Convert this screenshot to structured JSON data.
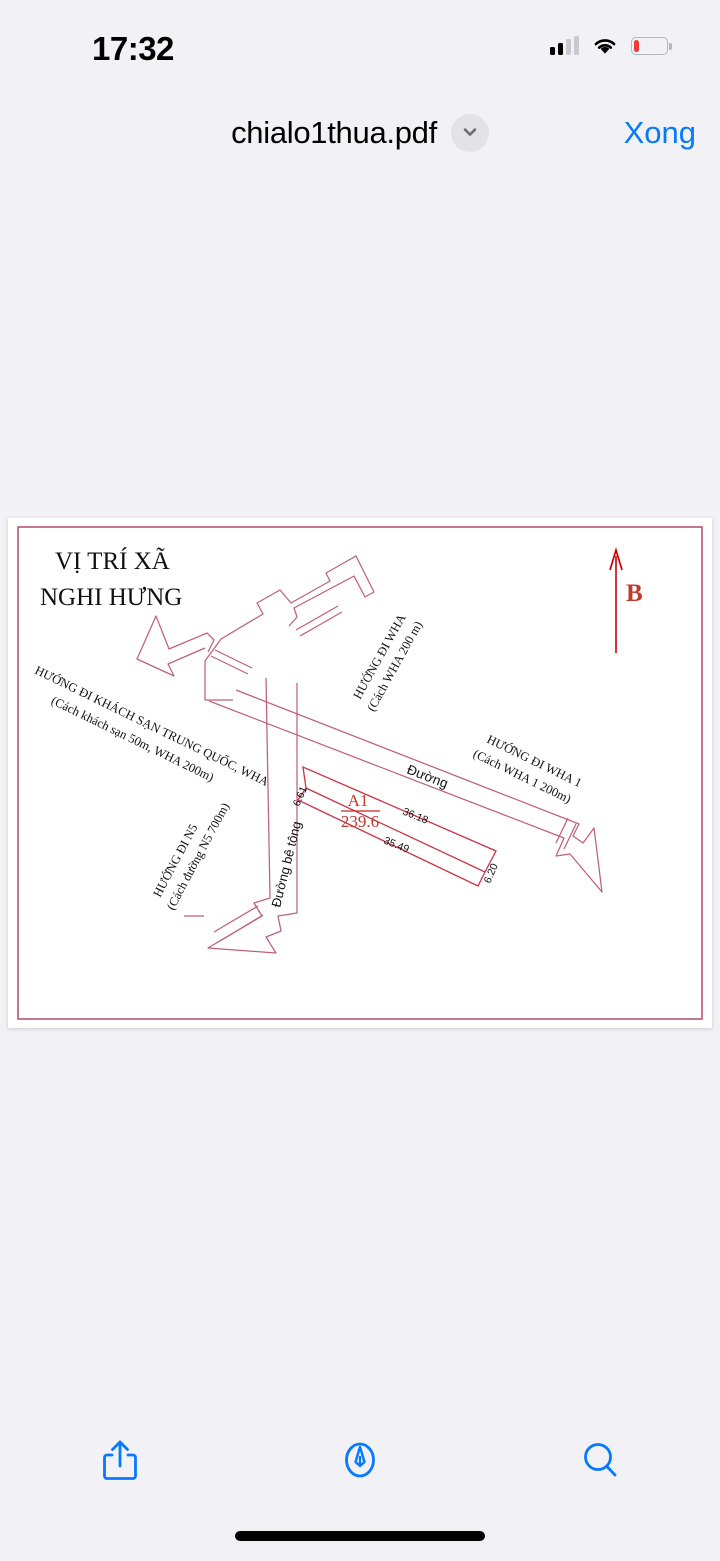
{
  "status_bar": {
    "time": "17:32",
    "cellular_icon": "cellular-bars-icon",
    "cellular_bars_filled": 2,
    "cellular_bars_total": 4,
    "wifi_icon": "wifi-icon",
    "battery_icon": "battery-low-icon",
    "battery_percent": 15,
    "battery_color": "#ef3b36"
  },
  "nav_bar": {
    "document_title": "chialo1thua.pdf",
    "chevron_icon": "chevron-down-icon",
    "done_label": "Xong",
    "accent_color": "#067aff"
  },
  "document": {
    "page_background": "#ffffff",
    "border_color": "#b9536a",
    "title_line1": "VỊ TRÍ XÃ",
    "title_line2": "NGHI HƯNG",
    "north_marker": "B",
    "north_marker_color": "#cc0000",
    "parcel": {
      "id": "A1",
      "area": "239.6",
      "label_color": "#cc2222",
      "dimensions": {
        "top_left_side": "6.61",
        "top_side": "36.18",
        "bottom_side": "35.49",
        "right_side": "6.20"
      }
    },
    "road_labels": {
      "main_road": "Đường",
      "concrete_road": "Đường bê tông"
    },
    "direction_labels": [
      {
        "name": "direction-hotel-trung-quoc",
        "line1": "HƯỚNG ĐI KHÁCH SẠN TRUNG QUỐC, WHA",
        "line2": "(Cách khách sạn 50m, WHA 200m)"
      },
      {
        "name": "direction-wha",
        "line1": "HƯỚNG ĐI WHA",
        "line2": "(Cách WHA 200 m)"
      },
      {
        "name": "direction-wha-1",
        "line1": "HƯỚNG ĐI WHA 1",
        "line2": "(Cách WHA 1 200m)"
      },
      {
        "name": "direction-n5",
        "line1": "HƯỚNG ĐI N5",
        "line2": "(Cách đường N5 700m)"
      }
    ]
  },
  "toolbar": {
    "share_icon": "share-icon",
    "markup_icon": "markup-pen-icon",
    "search_icon": "search-icon",
    "accent_color": "#067aff"
  }
}
